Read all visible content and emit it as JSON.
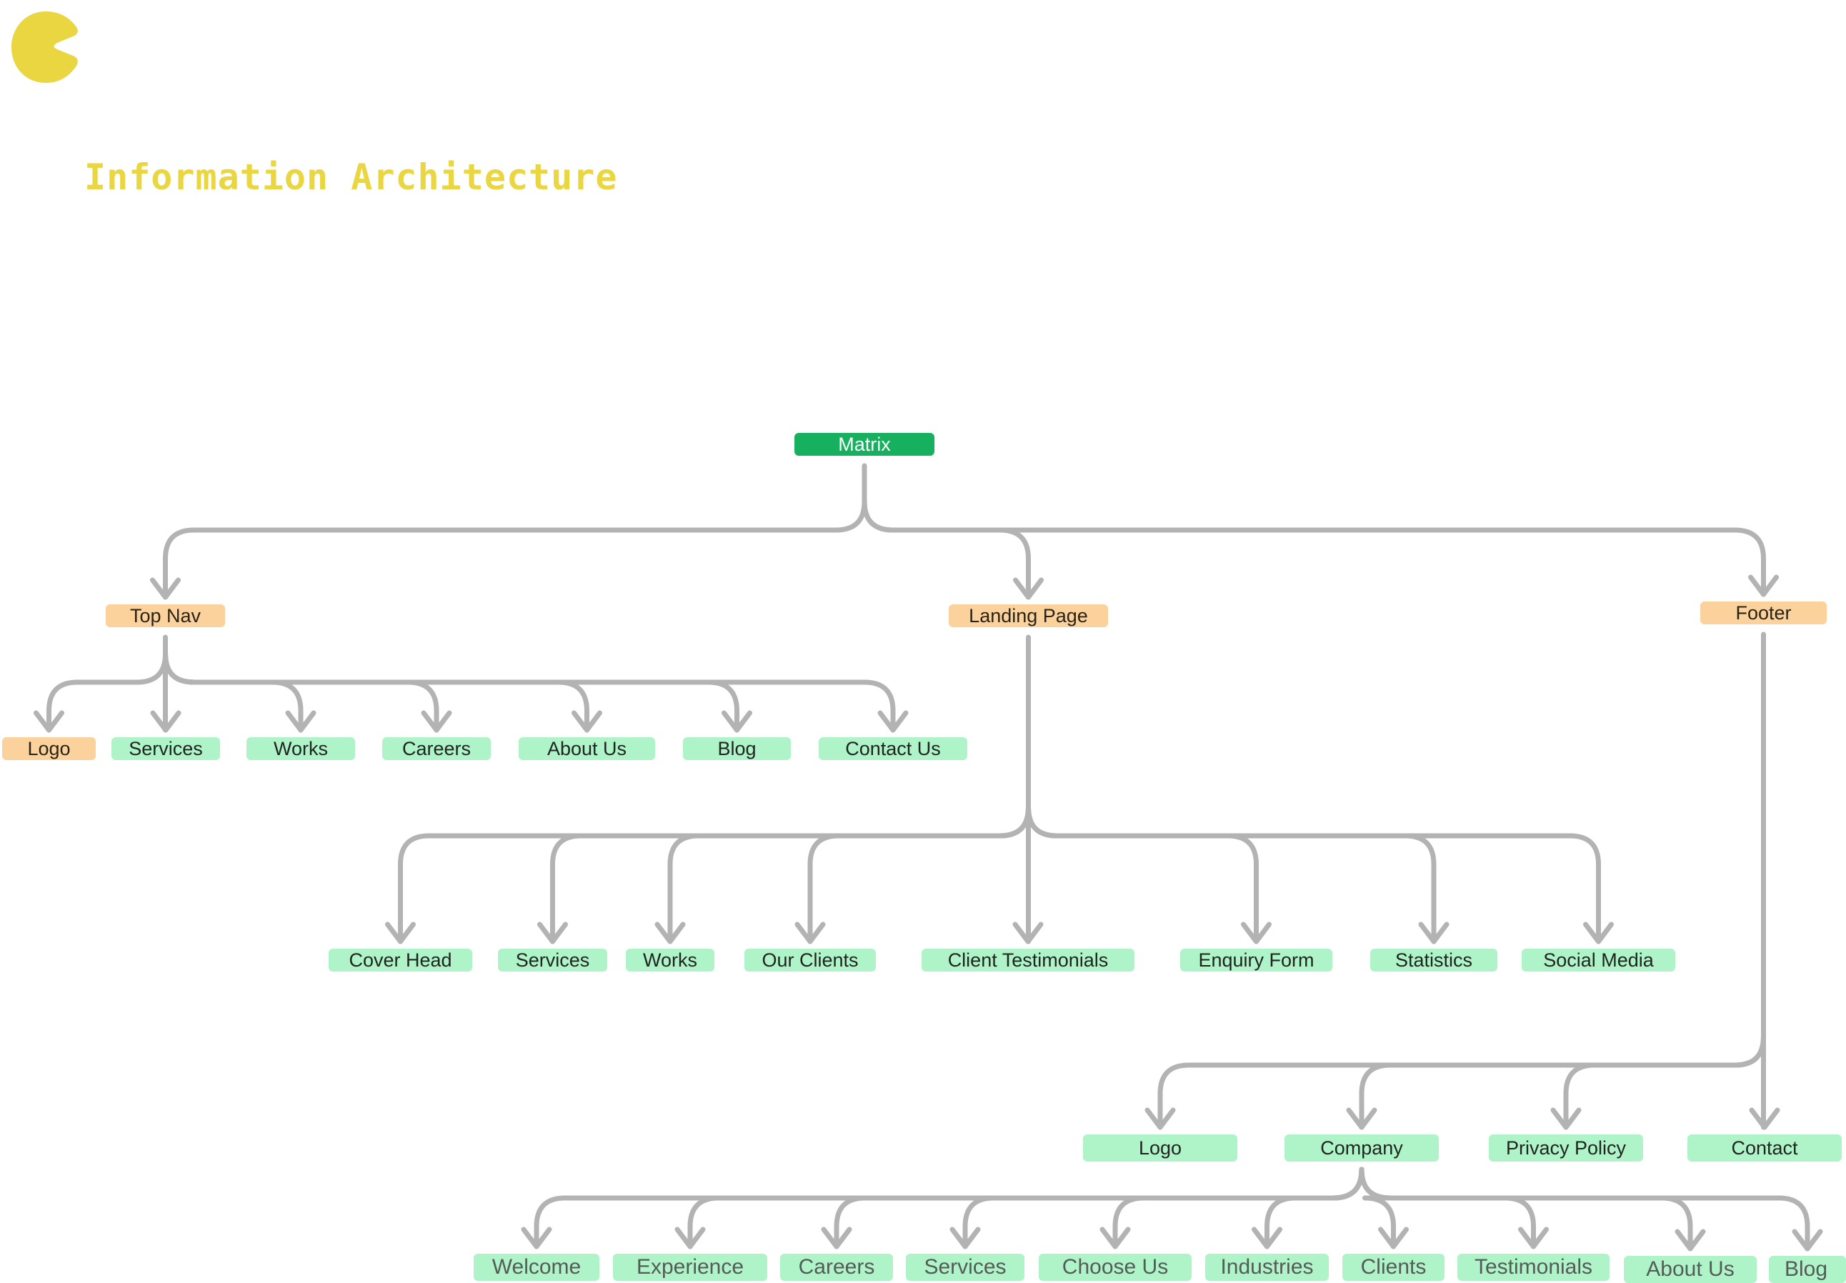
{
  "page": {
    "title": "Information Architecture",
    "brand_icon": "pacman-logo-icon",
    "colors": {
      "brand_yellow": "#ead641",
      "root": "#17b05e",
      "section": "#fcd29c",
      "leaf": "#aff4c8",
      "connector": "#b3b3b3"
    }
  },
  "tree": {
    "root": {
      "id": "matrix",
      "label": "Matrix"
    },
    "sections": [
      {
        "id": "top-nav",
        "label": "Top Nav",
        "children": [
          {
            "id": "topnav-logo",
            "label": "Logo",
            "kind": "section"
          },
          {
            "id": "topnav-services",
            "label": "Services"
          },
          {
            "id": "topnav-works",
            "label": "Works"
          },
          {
            "id": "topnav-careers",
            "label": "Careers"
          },
          {
            "id": "topnav-about-us",
            "label": "About Us"
          },
          {
            "id": "topnav-blog",
            "label": "Blog"
          },
          {
            "id": "topnav-contact-us",
            "label": "Contact Us"
          }
        ]
      },
      {
        "id": "landing-page",
        "label": "Landing Page",
        "children": [
          {
            "id": "landing-cover-head",
            "label": "Cover Head"
          },
          {
            "id": "landing-services",
            "label": "Services"
          },
          {
            "id": "landing-works",
            "label": "Works"
          },
          {
            "id": "landing-our-clients",
            "label": "Our Clients"
          },
          {
            "id": "landing-client-testimonials",
            "label": "Client Testimonials"
          },
          {
            "id": "landing-enquiry-form",
            "label": "Enquiry Form"
          },
          {
            "id": "landing-statistics",
            "label": "Statistics"
          },
          {
            "id": "landing-social-media",
            "label": "Social Media"
          }
        ]
      },
      {
        "id": "footer",
        "label": "Footer",
        "children": [
          {
            "id": "footer-logo",
            "label": "Logo"
          },
          {
            "id": "footer-company",
            "label": "Company",
            "children": [
              {
                "id": "company-welcome",
                "label": "Welcome"
              },
              {
                "id": "company-experience",
                "label": "Experience"
              },
              {
                "id": "company-careers",
                "label": "Careers"
              },
              {
                "id": "company-services",
                "label": "Services"
              },
              {
                "id": "company-choose-us",
                "label": "Choose Us"
              },
              {
                "id": "company-industries",
                "label": "Industries"
              },
              {
                "id": "company-clients",
                "label": "Clients"
              },
              {
                "id": "company-testimonials",
                "label": "Testimonials"
              },
              {
                "id": "company-about-us",
                "label": "About Us"
              },
              {
                "id": "company-blog",
                "label": "Blog"
              }
            ]
          },
          {
            "id": "footer-privacy-policy",
            "label": "Privacy Policy"
          },
          {
            "id": "footer-contact",
            "label": "Contact"
          }
        ]
      }
    ]
  }
}
